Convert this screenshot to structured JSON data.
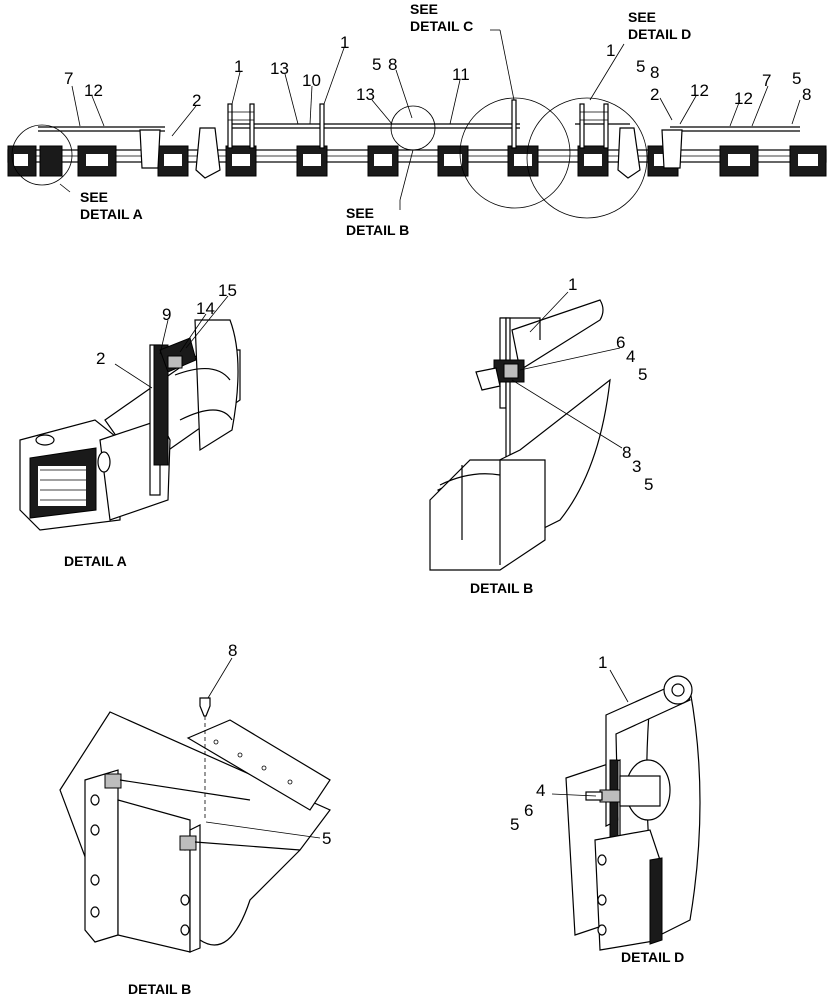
{
  "overview": {
    "callouts": [
      "1",
      "13",
      "10",
      "1",
      "5",
      "8",
      "11",
      "7",
      "12",
      "2",
      "5",
      "8",
      "2",
      "12",
      "7",
      "5",
      "8",
      "13",
      "1"
    ],
    "see_detail_a": [
      "SEE",
      "DETAIL A"
    ],
    "see_detail_b": [
      "SEE",
      "DETAIL B"
    ],
    "see_detail_c": [
      "SEE",
      "DETAIL C"
    ],
    "see_detail_d": [
      "SEE",
      "DETAIL D"
    ]
  },
  "detail_a": {
    "title": "DETAIL A",
    "callouts": [
      "15",
      "9",
      "14",
      "2"
    ]
  },
  "detail_b_upper": {
    "title": "DETAIL B",
    "callouts": [
      "1",
      "6",
      "4",
      "5",
      "8",
      "3",
      "5"
    ]
  },
  "detail_b_lower": {
    "title": "DETAIL B",
    "callouts": [
      "8",
      "5"
    ]
  },
  "detail_d": {
    "title": "DETAIL D",
    "callouts": [
      "1",
      "4",
      "6",
      "5"
    ]
  }
}
